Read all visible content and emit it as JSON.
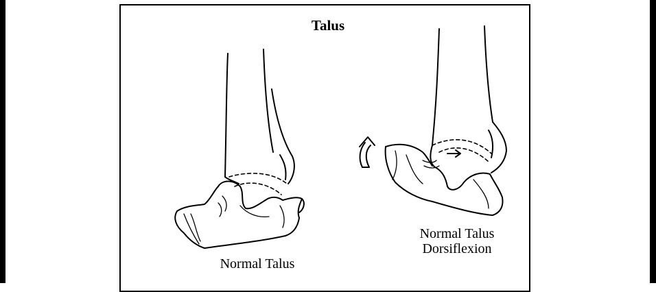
{
  "figure": {
    "title": "Talus",
    "left_caption": "Normal Talus",
    "right_caption_line1": "Normal Talus",
    "right_caption_line2": "Dorsiflexion"
  }
}
